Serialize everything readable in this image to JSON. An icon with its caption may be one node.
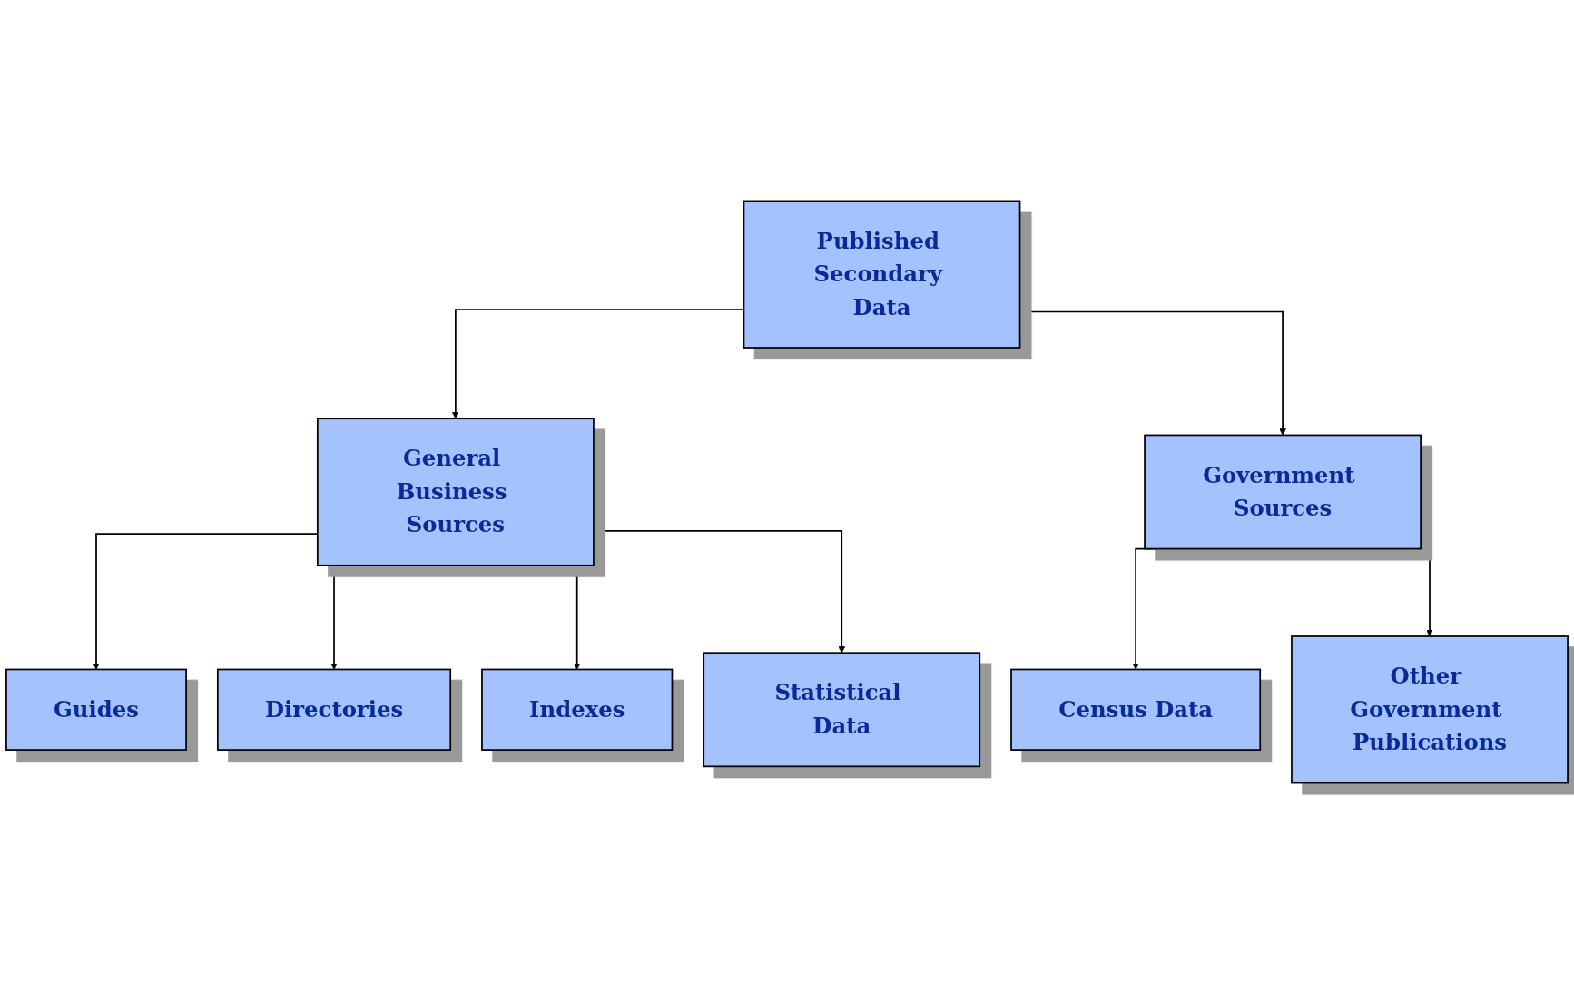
{
  "diagram": {
    "nodes": [
      {
        "text": [
          "Published Secondary Data"
        ]
      },
      {
        "text": [
          "General Business Sources"
        ]
      },
      {
        "text": [
          "Government Sources"
        ]
      },
      {
        "text": [
          "Guides"
        ]
      },
      {
        "text": [
          "Directories"
        ]
      },
      {
        "text": [
          "Indexes"
        ]
      },
      {
        "text": [
          "Statistical Data"
        ]
      },
      {
        "text": [
          "Census Data"
        ]
      },
      {
        "text": [
          "Other Government Publications"
        ]
      }
    ],
    "edges": [
      {
        "from": 0,
        "to": 1,
        "arrow": "to"
      },
      {
        "from": 0,
        "to": 2,
        "arrow": "to"
      },
      {
        "from": 1,
        "to": 3,
        "arrow": "to"
      },
      {
        "from": 1,
        "to": 4,
        "arrow": "to"
      },
      {
        "from": 1,
        "to": 5,
        "arrow": "to"
      },
      {
        "from": 1,
        "to": 6,
        "arrow": "to"
      },
      {
        "from": 2,
        "to": 7,
        "arrow": "to"
      },
      {
        "from": 2,
        "to": 8,
        "arrow": "to"
      }
    ]
  }
}
